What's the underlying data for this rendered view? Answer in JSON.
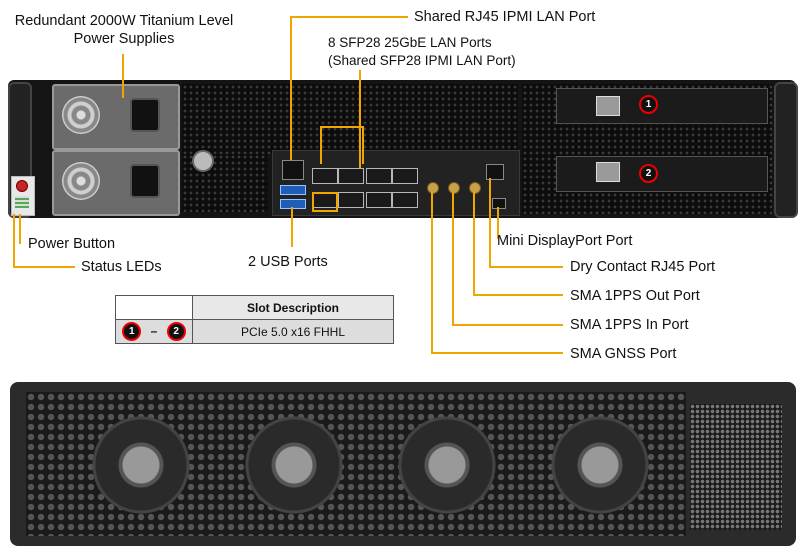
{
  "labels": {
    "psu": [
      "Redundant 2000W Titanium Level",
      "Power Supplies"
    ],
    "ipmi": "Shared RJ45 IPMI LAN Port",
    "sfp": [
      "8 SFP28 25GbE LAN Ports",
      "(Shared SFP28 IPMI LAN Port)"
    ],
    "power_button": "Power Button",
    "status_leds": "Status LEDs",
    "usb": "2 USB Ports",
    "mini_dp": "Mini DisplayPort Port",
    "dry_contact": "Dry Contact RJ45 Port",
    "sma_out": "SMA 1PPS Out Port",
    "sma_in": "SMA 1PPS In Port",
    "sma_gnss": "SMA GNSS Port"
  },
  "slot_badges": [
    "1",
    "2"
  ],
  "slot_table": {
    "header": "Slot Description",
    "row": {
      "badge_start": "1",
      "separator": "–",
      "badge_end": "2",
      "description": "PCIe 5.0 x16 FHHL"
    }
  },
  "colors": {
    "callout": "#f0a500",
    "badge_ring": "#e00000",
    "chassis": "#141414"
  }
}
